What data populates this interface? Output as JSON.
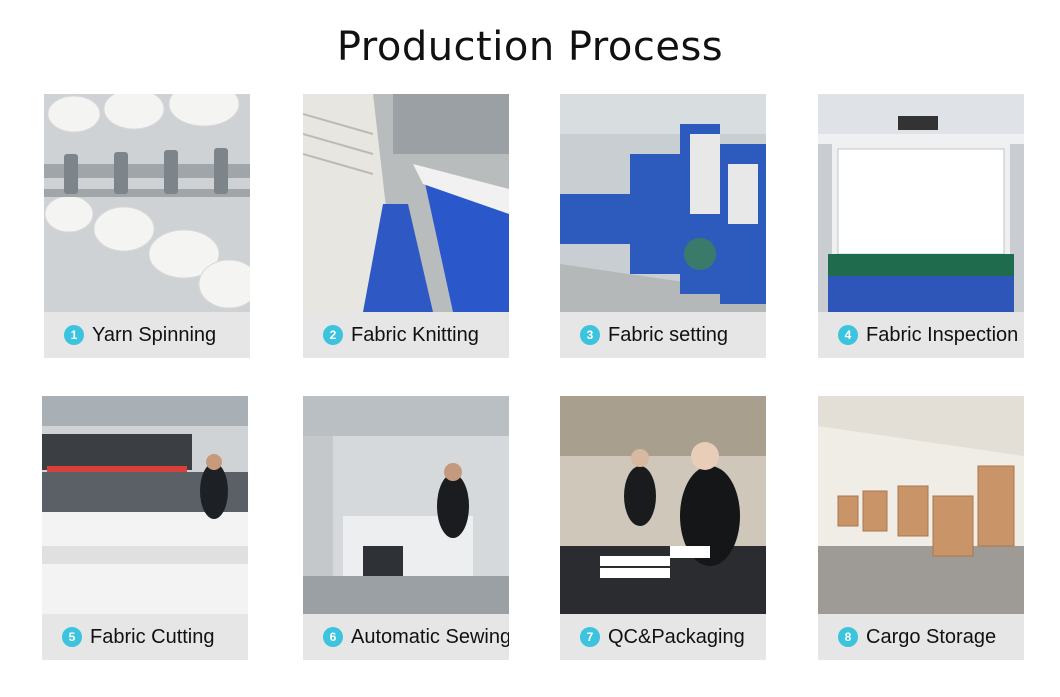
{
  "title": "Production Process",
  "steps": [
    {
      "num": "1",
      "label": "Yarn Spinning"
    },
    {
      "num": "2",
      "label": "Fabric Knitting"
    },
    {
      "num": "3",
      "label": "Fabric setting"
    },
    {
      "num": "4",
      "label": "Fabric Inspection"
    },
    {
      "num": "5",
      "label": "Fabric Cutting"
    },
    {
      "num": "6",
      "label": "Automatic Sewing"
    },
    {
      "num": "7",
      "label": "QC&Packaging"
    },
    {
      "num": "8",
      "label": "Cargo Storage"
    }
  ],
  "colors": {
    "badge": "#3cc3de",
    "caption_bg": "#e6e6e6"
  }
}
